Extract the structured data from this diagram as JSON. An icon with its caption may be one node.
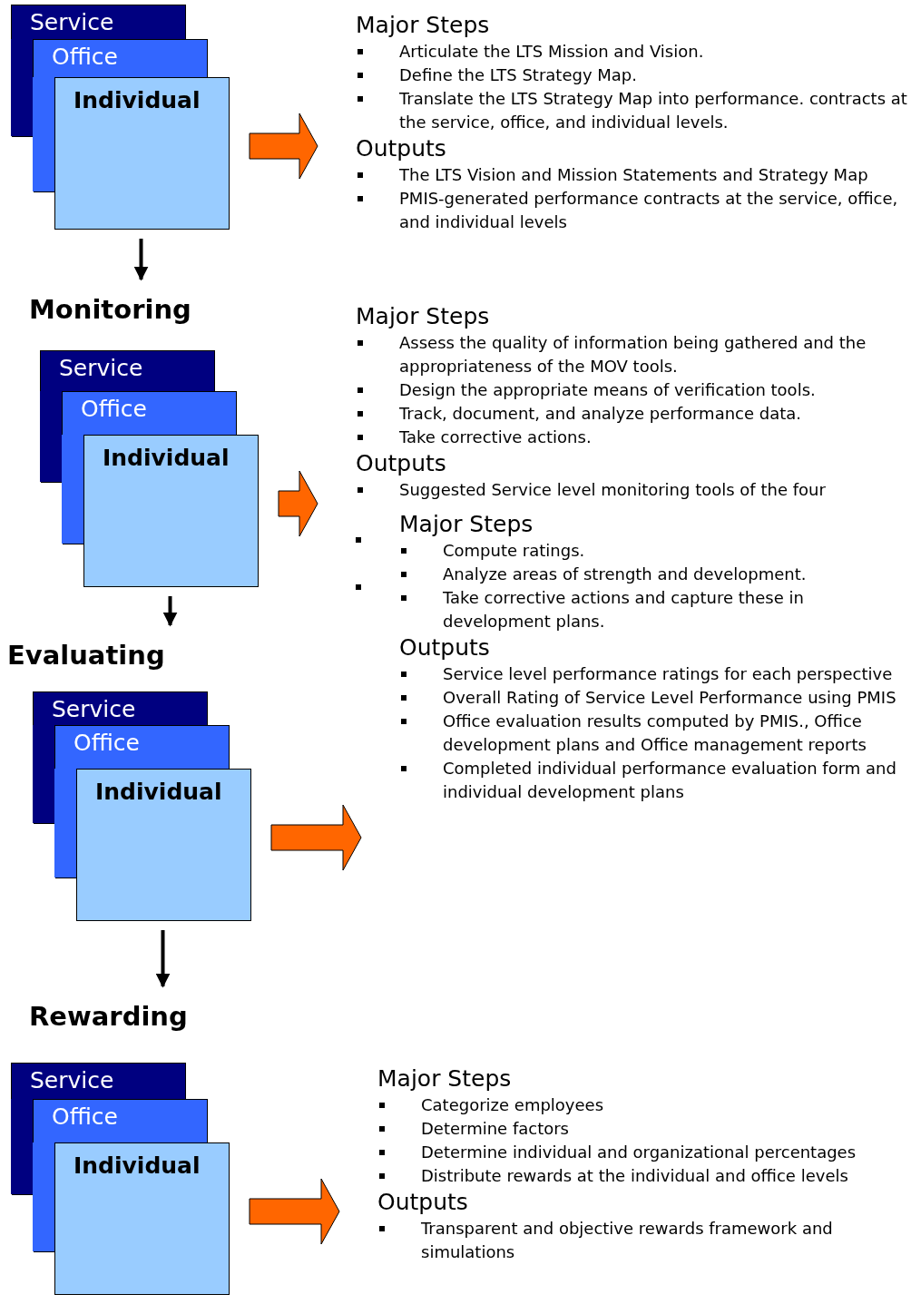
{
  "diagram": {
    "nodes": [
      {
        "text": [
          "Service"
        ]
      },
      {
        "text": [
          "Office"
        ]
      },
      {
        "text": [
          "Individual"
        ]
      },
      {
        "text": [
          "Major Steps",
          "Articulate the LTS Mission and Vision.",
          "Define the LTS Strategy Map.",
          "Translate the LTS Strategy Map into performance. contracts at the service, office, and individual levels.",
          "Outputs",
          "The LTS Vision and Mission Statements and Strategy Map",
          "PMIS-generated performance contracts at the service, office, and individual levels"
        ]
      },
      {
        "text": [
          "Monitoring"
        ]
      },
      {
        "text": [
          "Service"
        ]
      },
      {
        "text": [
          "Office"
        ]
      },
      {
        "text": [
          "Individual"
        ]
      },
      {
        "text": [
          "Major Steps",
          "Assess the quality of information being gathered and the appropriateness of the MOV tools.",
          "Design the appropriate means of verification tools.",
          "Track, document, and analyze performance data.",
          "Take corrective actions.",
          "Outputs",
          "Suggested Service level monitoring tools of the four"
        ]
      },
      {
        "text": [
          "Major Steps",
          "Compute ratings.",
          "Analyze areas of strength and development.",
          "Take corrective actions and capture these in development plans.",
          "Outputs",
          "Service level performance ratings for each perspective",
          "Overall Rating of Service Level Performance using PMIS",
          "Office evaluation results computed by PMIS., Office development plans and Office management reports",
          "Completed individual performance evaluation form and individual development plans"
        ]
      },
      {
        "text": [
          "Evaluating"
        ]
      },
      {
        "text": [
          "Service"
        ]
      },
      {
        "text": [
          "Office"
        ]
      },
      {
        "text": [
          "Individual"
        ]
      },
      {
        "text": [
          "Rewarding"
        ]
      },
      {
        "text": [
          "Service"
        ]
      },
      {
        "text": [
          "Office"
        ]
      },
      {
        "text": [
          "Individual"
        ]
      },
      {
        "text": [
          "Major Steps",
          "Categorize employees",
          "Determine factors",
          "Determine individual and organizational percentages",
          "Distribute rewards at the individual and office levels",
          "Outputs",
          "Transparent and objective rewards framework and simulations"
        ]
      }
    ],
    "edges": [
      {
        "from": 2,
        "to": 3,
        "arrow": "to",
        "style": "thick",
        "color": "#ff6600"
      },
      {
        "from": 2,
        "to": 4,
        "arrow": "to"
      },
      {
        "from": 7,
        "to": 8,
        "arrow": "to",
        "style": "thick",
        "color": "#ff6600"
      },
      {
        "from": 7,
        "to": 10,
        "arrow": "to"
      },
      {
        "from": 13,
        "to": 9,
        "arrow": "to",
        "style": "thick",
        "color": "#ff6600"
      },
      {
        "from": 13,
        "to": 14,
        "arrow": "to"
      },
      {
        "from": 17,
        "to": 18,
        "arrow": "to",
        "style": "thick",
        "color": "#ff6600"
      }
    ]
  }
}
